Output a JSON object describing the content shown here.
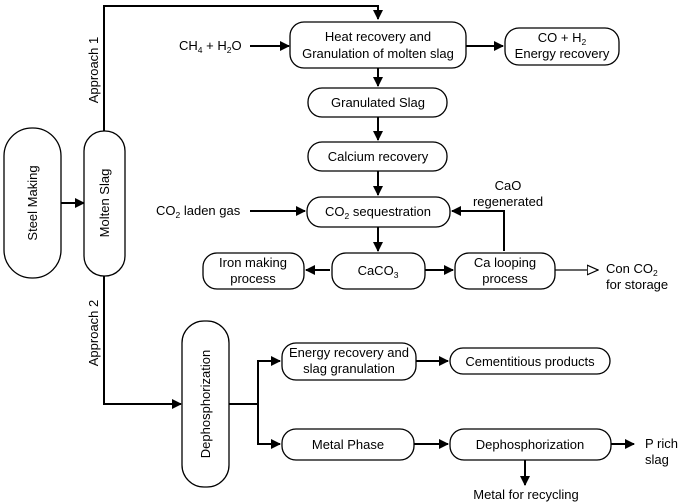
{
  "diagram": {
    "approach1": "Approach 1",
    "approach2": "Approach 2",
    "steel_making": "Steel Making",
    "molten_slag": "Molten Slag",
    "heat_recovery": [
      "Heat recovery and",
      "Granulation of molten slag"
    ],
    "ch4_input": {
      "a": "CH",
      "a_sub": "4",
      "b": " + H",
      "b_sub": "2",
      "c": "O"
    },
    "co_h2": {
      "a": "CO + H",
      "a_sub": "2",
      "line2": "Energy recovery"
    },
    "granulated_slag": "Granulated Slag",
    "calcium_recovery": "Calcium recovery",
    "co2_sequestration": {
      "a": "CO",
      "a_sub": "2",
      "b": " sequestration"
    },
    "co2_laden": {
      "a": "CO",
      "a_sub": "2",
      "b": " laden gas"
    },
    "cao_regenerated": [
      "CaO",
      "regenerated"
    ],
    "iron_making": [
      "Iron making",
      "process"
    ],
    "caco3": {
      "a": "CaCO",
      "a_sub": "3"
    },
    "ca_looping": [
      "Ca looping",
      "process"
    ],
    "con_co2": {
      "a": "Con CO",
      "a_sub": "2",
      "line2": "for storage"
    },
    "dephosphorization_main": "Dephosphorization",
    "energy_recovery_gran": [
      "Energy recovery and",
      "slag granulation"
    ],
    "cementitious": "Cementitious products",
    "metal_phase": "Metal Phase",
    "dephosphorization": "Dephosphorization",
    "p_rich": [
      "P rich",
      "slag"
    ],
    "metal_recycling": "Metal for recycling"
  }
}
